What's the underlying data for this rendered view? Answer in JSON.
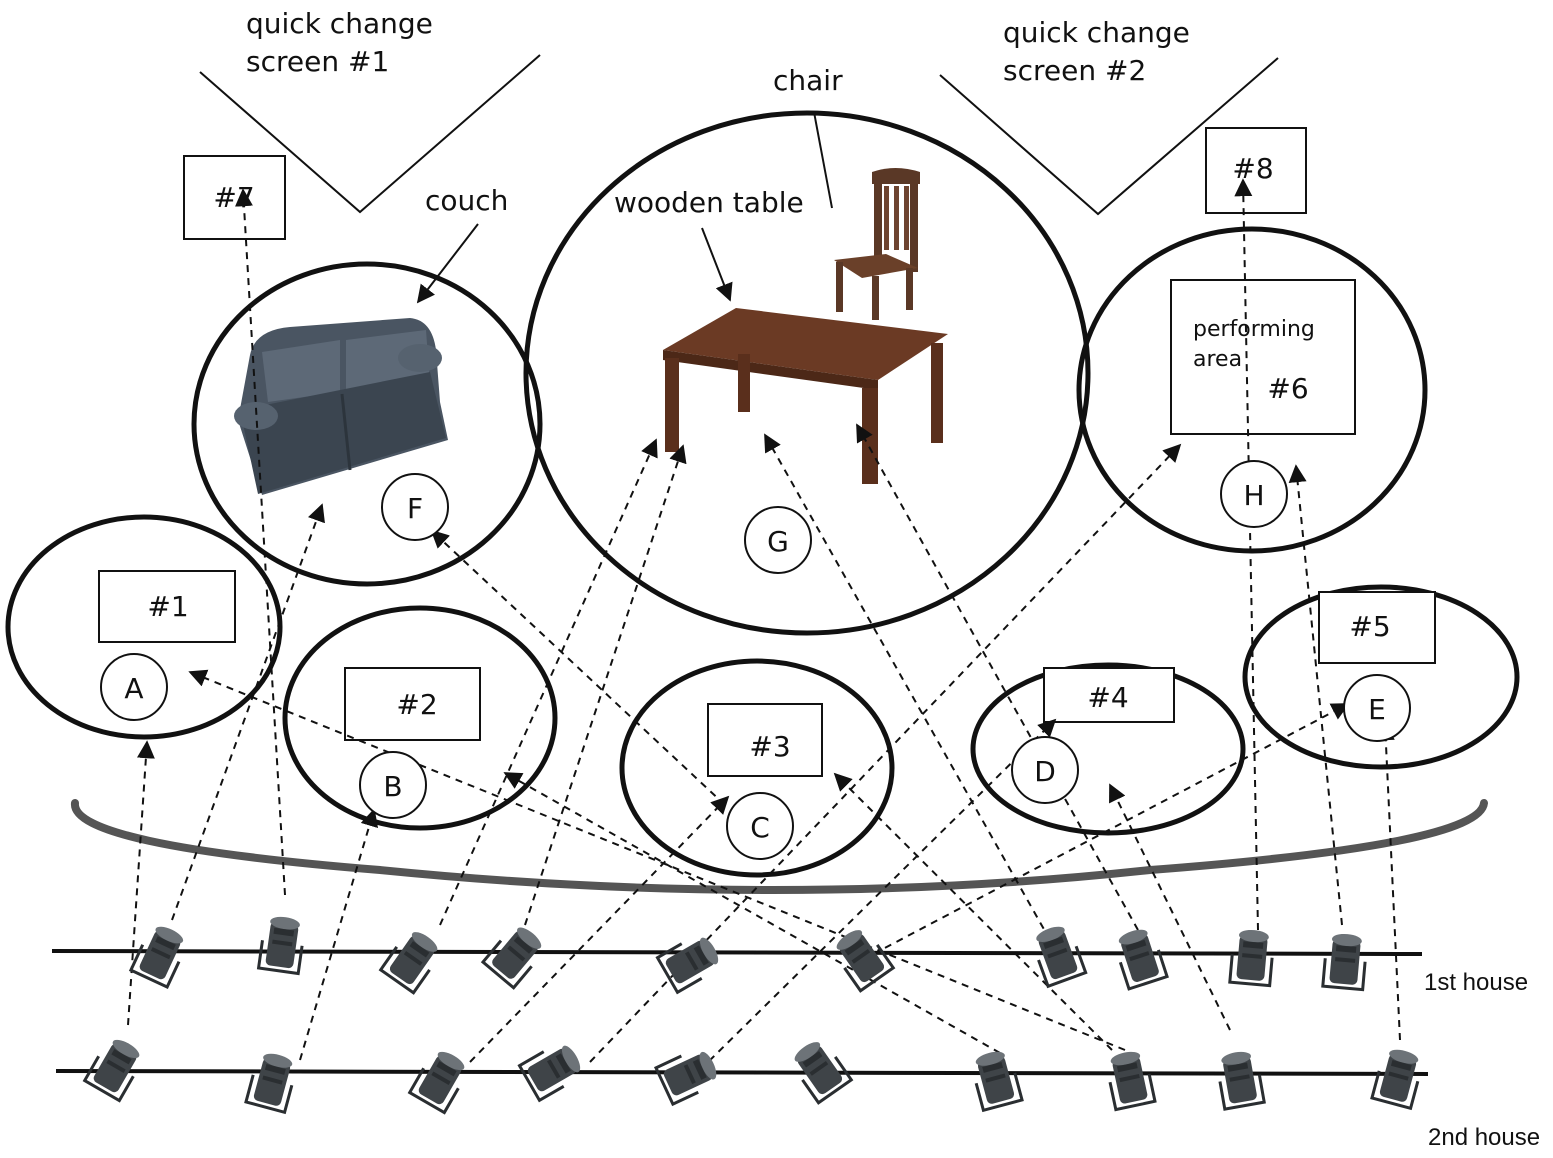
{
  "labels": {
    "screen1": [
      "quick change",
      "screen #1"
    ],
    "screen2": [
      "quick change",
      "screen #2"
    ],
    "chair": "chair",
    "couch": "couch",
    "table": "wooden table",
    "performing_area": [
      "performing",
      "area"
    ],
    "house1": "1st house",
    "house2": "2nd house"
  },
  "areas": {
    "n1": "#1",
    "n2": "#2",
    "n3": "#3",
    "n4": "#4",
    "n5": "#5",
    "n6": "#6",
    "n7": "#7",
    "n8": "#8"
  },
  "letters": {
    "A": "A",
    "B": "B",
    "C": "C",
    "D": "D",
    "E": "E",
    "F": "F",
    "G": "G",
    "H": "H"
  },
  "colors": {
    "ink": "#111111",
    "apron": "#555555",
    "couch": "#4a5562",
    "table": "#6b3a24",
    "chair": "#5a3826",
    "fixture": "#3f4448"
  },
  "icons": {
    "fixture": "stage-light-icon",
    "couch": "couch-icon",
    "table": "table-icon",
    "chair": "chair-icon"
  }
}
